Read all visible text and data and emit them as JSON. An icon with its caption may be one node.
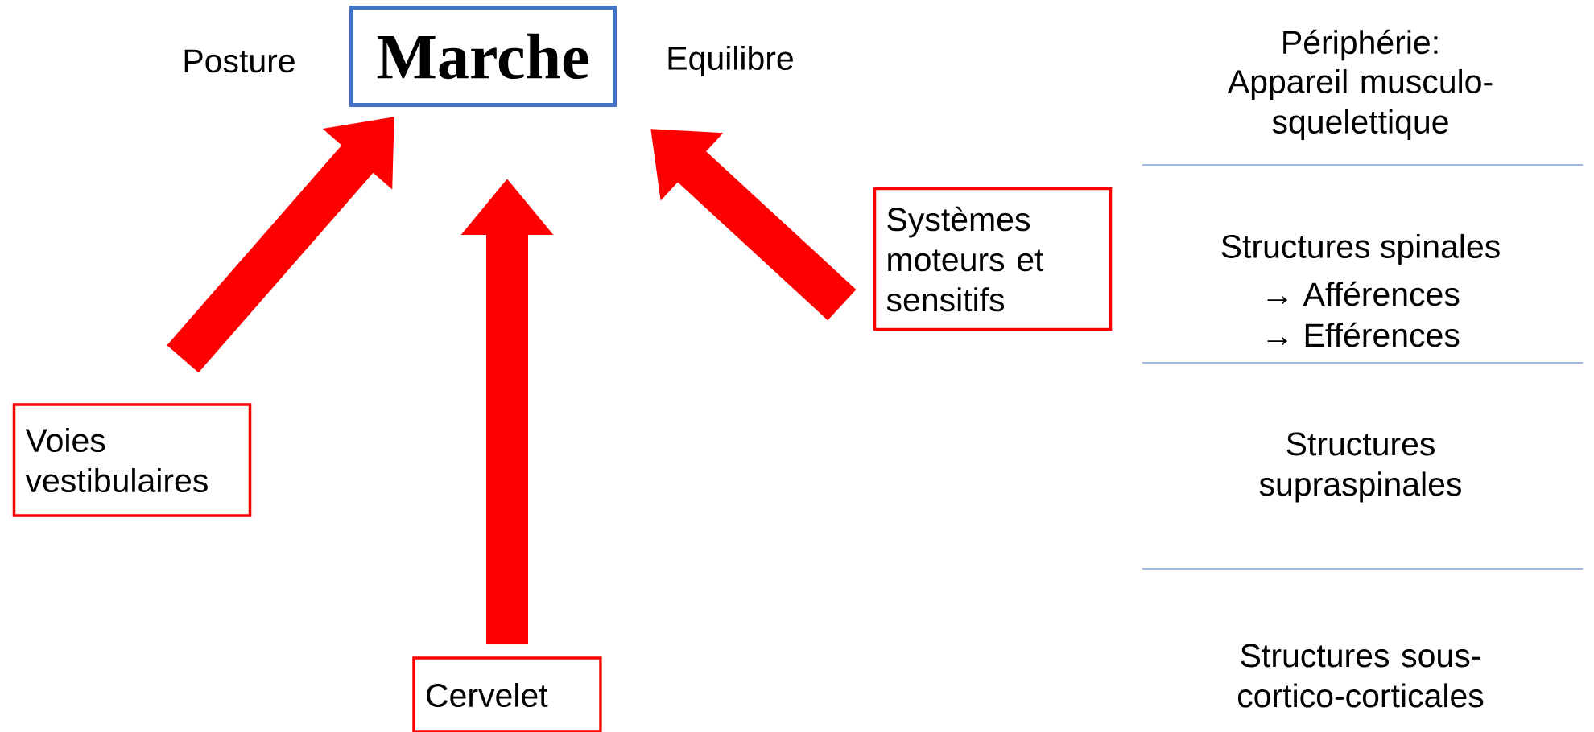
{
  "diagram": {
    "nodes": [
      {
        "text": [
          "Marche"
        ]
      },
      {
        "text": [
          "Voies vestibulaires"
        ]
      },
      {
        "text": [
          "Cervelet"
        ]
      },
      {
        "text": [
          "Systèmes moteurs et sensitifs"
        ]
      }
    ],
    "edges": [
      {
        "from": 1,
        "to": 0,
        "arrow": "to"
      },
      {
        "from": 2,
        "to": 0,
        "arrow": "to"
      },
      {
        "from": 3,
        "to": 0,
        "arrow": "to"
      }
    ],
    "labels": [
      "Posture",
      "Equilibre",
      "Périphérie:",
      "Appareil musculo-squelettique",
      "Structures spinales",
      "→ Afférences",
      "→ Efférences",
      "Structures supraspinales",
      "Structures sous-cortico-corticales"
    ]
  }
}
